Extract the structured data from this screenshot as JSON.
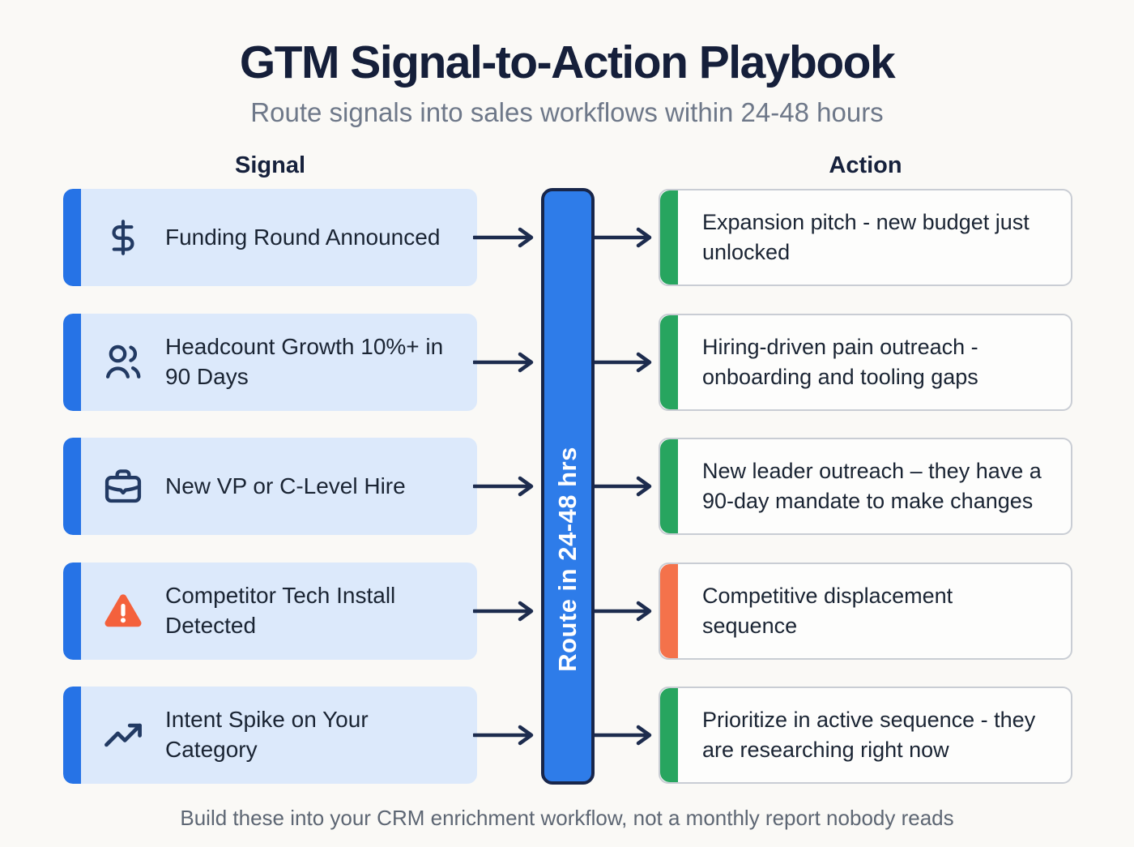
{
  "page": {
    "title": "GTM Signal-to-Action Playbook",
    "subtitle": "Route signals into sales workflows within 24-48 hours",
    "footer": "Build these into your CRM enrichment workflow, not a monthly report nobody reads"
  },
  "columns": {
    "signal_label": "Signal",
    "action_label": "Action"
  },
  "router": {
    "label": "Route in 24-48 hrs"
  },
  "rows": [
    {
      "signal": {
        "icon": "dollar-icon",
        "text": "Funding Round Announced",
        "accent": "#2673e6"
      },
      "action": {
        "text": "Expansion pitch - new budget just unlocked",
        "accent": "#27a55f"
      }
    },
    {
      "signal": {
        "icon": "users-icon",
        "text": "Headcount Growth 10%+ in 90 Days",
        "accent": "#2673e6"
      },
      "action": {
        "text": "Hiring-driven pain outreach - onboarding and tooling gaps",
        "accent": "#27a55f"
      }
    },
    {
      "signal": {
        "icon": "briefcase-icon",
        "text": "New VP or C-Level Hire",
        "accent": "#2673e6"
      },
      "action": {
        "text": "New leader outreach – they have a 90-day mandate to make changes",
        "accent": "#27a55f"
      }
    },
    {
      "signal": {
        "icon": "warning-triangle-icon",
        "text": "Competitor Tech Install Detected",
        "accent": "#2673e6"
      },
      "action": {
        "text": "Competitive displacement sequence",
        "accent": "#f4724b"
      }
    },
    {
      "signal": {
        "icon": "trending-up-icon",
        "text": "Intent Spike on Your Category",
        "accent": "#2673e6"
      },
      "action": {
        "text": "Prioritize in active sequence - they are researching right now",
        "accent": "#27a55f"
      }
    }
  ],
  "colors": {
    "background": "#faf9f6",
    "heading_navy": "#151f3a",
    "subtitle_gray": "#6e7889",
    "signal_card_bg": "#dce9fb",
    "signal_accent_blue": "#2673e6",
    "action_accent_green": "#27a55f",
    "action_accent_orange": "#f4724b",
    "router_bar_blue": "#2e7ce9",
    "arrow_navy": "#1d2c4e",
    "warning_orange": "#f4613c"
  }
}
